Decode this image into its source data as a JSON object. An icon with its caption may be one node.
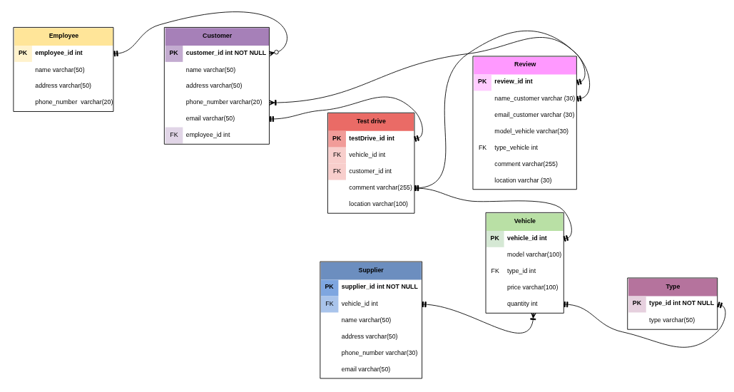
{
  "diagram": {
    "nodes": [
      {
        "text": [
          "Employee",
          "PK",
          "employee_id int",
          "name varchar(50)",
          "address varchar(50)",
          "phone_number  varchar(20)"
        ]
      },
      {
        "text": [
          "Customer",
          "PK",
          "customer_id int NOT NULL",
          "name varchar(50)",
          "address varchar(50)",
          "phone_number varchar(20)",
          "email varchar(50)",
          "FK",
          "employee_id int"
        ]
      },
      {
        "text": [
          "Test drive",
          "PK",
          "testDrive_id int",
          "FK",
          "vehicle_id int",
          "FK",
          "customer_id int",
          "comment varchar(255)",
          "location varchar(100)"
        ]
      },
      {
        "text": [
          "Vehicle",
          "PK",
          "vehicle_id int",
          "model varchar(100)",
          "FK",
          "type_id int",
          "price varchar(100)",
          "quantity int"
        ]
      },
      {
        "text": [
          "Review",
          "PK",
          "review_id int",
          "name_customer varchar (30)",
          "email_customer varchar (30)",
          "model_vehicle varchar(30)",
          "FK",
          "type_vehicle int",
          "comment varchar(255)",
          "location varchar (30)"
        ]
      },
      {
        "text": [
          "Supplier",
          "PK",
          "supplier_id int NOT NULL",
          "FK",
          "vehicle_id int",
          "name varchar(50)",
          "address varchar(50)",
          "phone_number varchar(30)",
          "email varchar(50)"
        ]
      },
      {
        "text": [
          "Type",
          "PK",
          "type_id int NOT NULL",
          "type varchar(50)"
        ]
      }
    ],
    "edges": [
      {
        "from": 0,
        "to": 1,
        "arrow": "other"
      },
      {
        "from": 4,
        "to": 1,
        "arrow": "other"
      },
      {
        "from": 1,
        "to": 2,
        "arrow": "other"
      },
      {
        "from": 2,
        "to": 4,
        "arrow": "other"
      },
      {
        "from": 2,
        "to": 3,
        "arrow": "other"
      },
      {
        "from": 5,
        "to": 3,
        "arrow": "other"
      },
      {
        "from": 3,
        "to": 6,
        "arrow": "other"
      }
    ]
  }
}
